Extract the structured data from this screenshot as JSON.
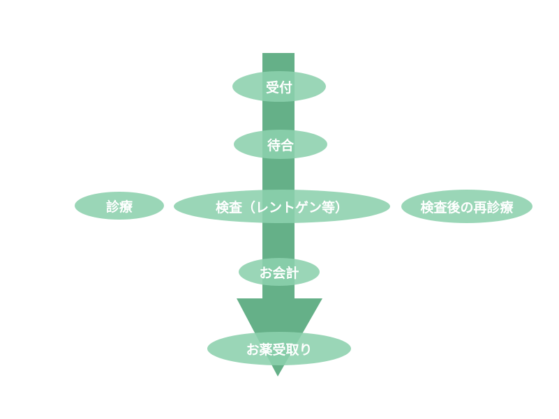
{
  "colors": {
    "arrow": "#65b088",
    "node": "#98d5b6",
    "text": "#ffffff"
  },
  "nodes": [
    {
      "id": "reception",
      "label": "受付"
    },
    {
      "id": "waiting",
      "label": "待合"
    },
    {
      "id": "consultation",
      "label": "診療"
    },
    {
      "id": "examination",
      "label": "検査（レントゲン等）"
    },
    {
      "id": "re-consultation",
      "label": "検査後の再診療"
    },
    {
      "id": "payment",
      "label": "お会計"
    },
    {
      "id": "medicine",
      "label": "お薬受取り"
    }
  ]
}
